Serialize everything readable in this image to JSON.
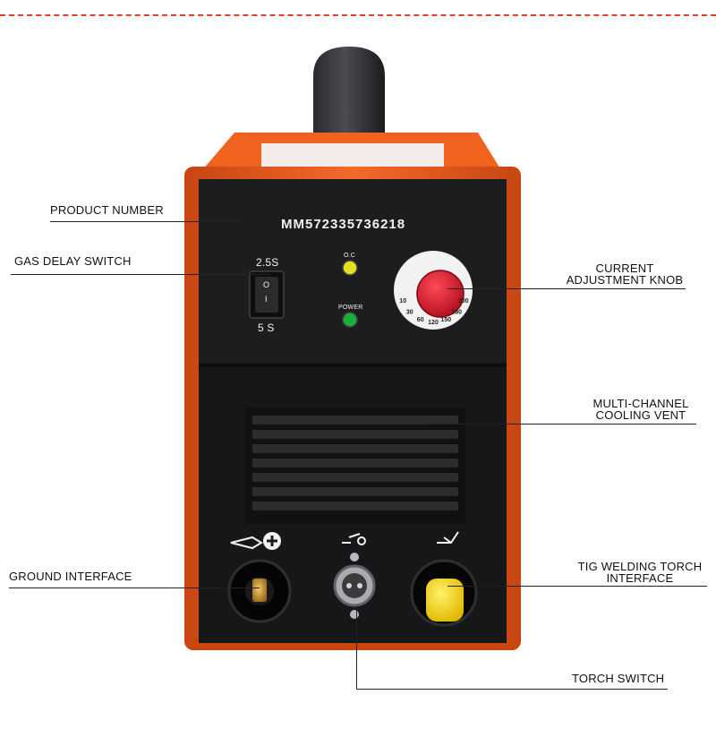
{
  "product": {
    "serial_number": "MM572335736218",
    "gas_delay_switch": {
      "upper_label": "2.5S",
      "lower_label": "5 S",
      "on_glyph": "O",
      "off_glyph": "I"
    },
    "indicators": {
      "oc_label": "O.C",
      "power_label": "POWER"
    },
    "dial_scale": [
      "10",
      "30",
      "60",
      "120",
      "150",
      "180",
      "200"
    ]
  },
  "callouts": {
    "product_number": "PRODUCT NUMBER",
    "gas_delay_switch": "GAS DELAY SWITCH",
    "current_knob_line1": "CURRENT",
    "current_knob_line2": "ADJUSTMENT KNOB",
    "cooling_vent_line1": "MULTI-CHANNEL",
    "cooling_vent_line2": "COOLING VENT",
    "ground_interface": "GROUND INTERFACE",
    "tig_torch_line1": "TIG WELDING TORCH",
    "tig_torch_line2": "INTERFACE",
    "torch_switch": "TORCH SWITCH"
  },
  "colors": {
    "case_orange": "#f0621e",
    "panel_black": "#1c1d1f",
    "knob_red": "#e3132b",
    "connector_yellow": "#f7d417",
    "led_yellow": "#e4e021",
    "led_green": "#19b03a",
    "rule_red": "#e2402a"
  },
  "icons": [
    "ground-clamp-plus-icon",
    "torch-switch-icon",
    "tig-torch-icon"
  ]
}
